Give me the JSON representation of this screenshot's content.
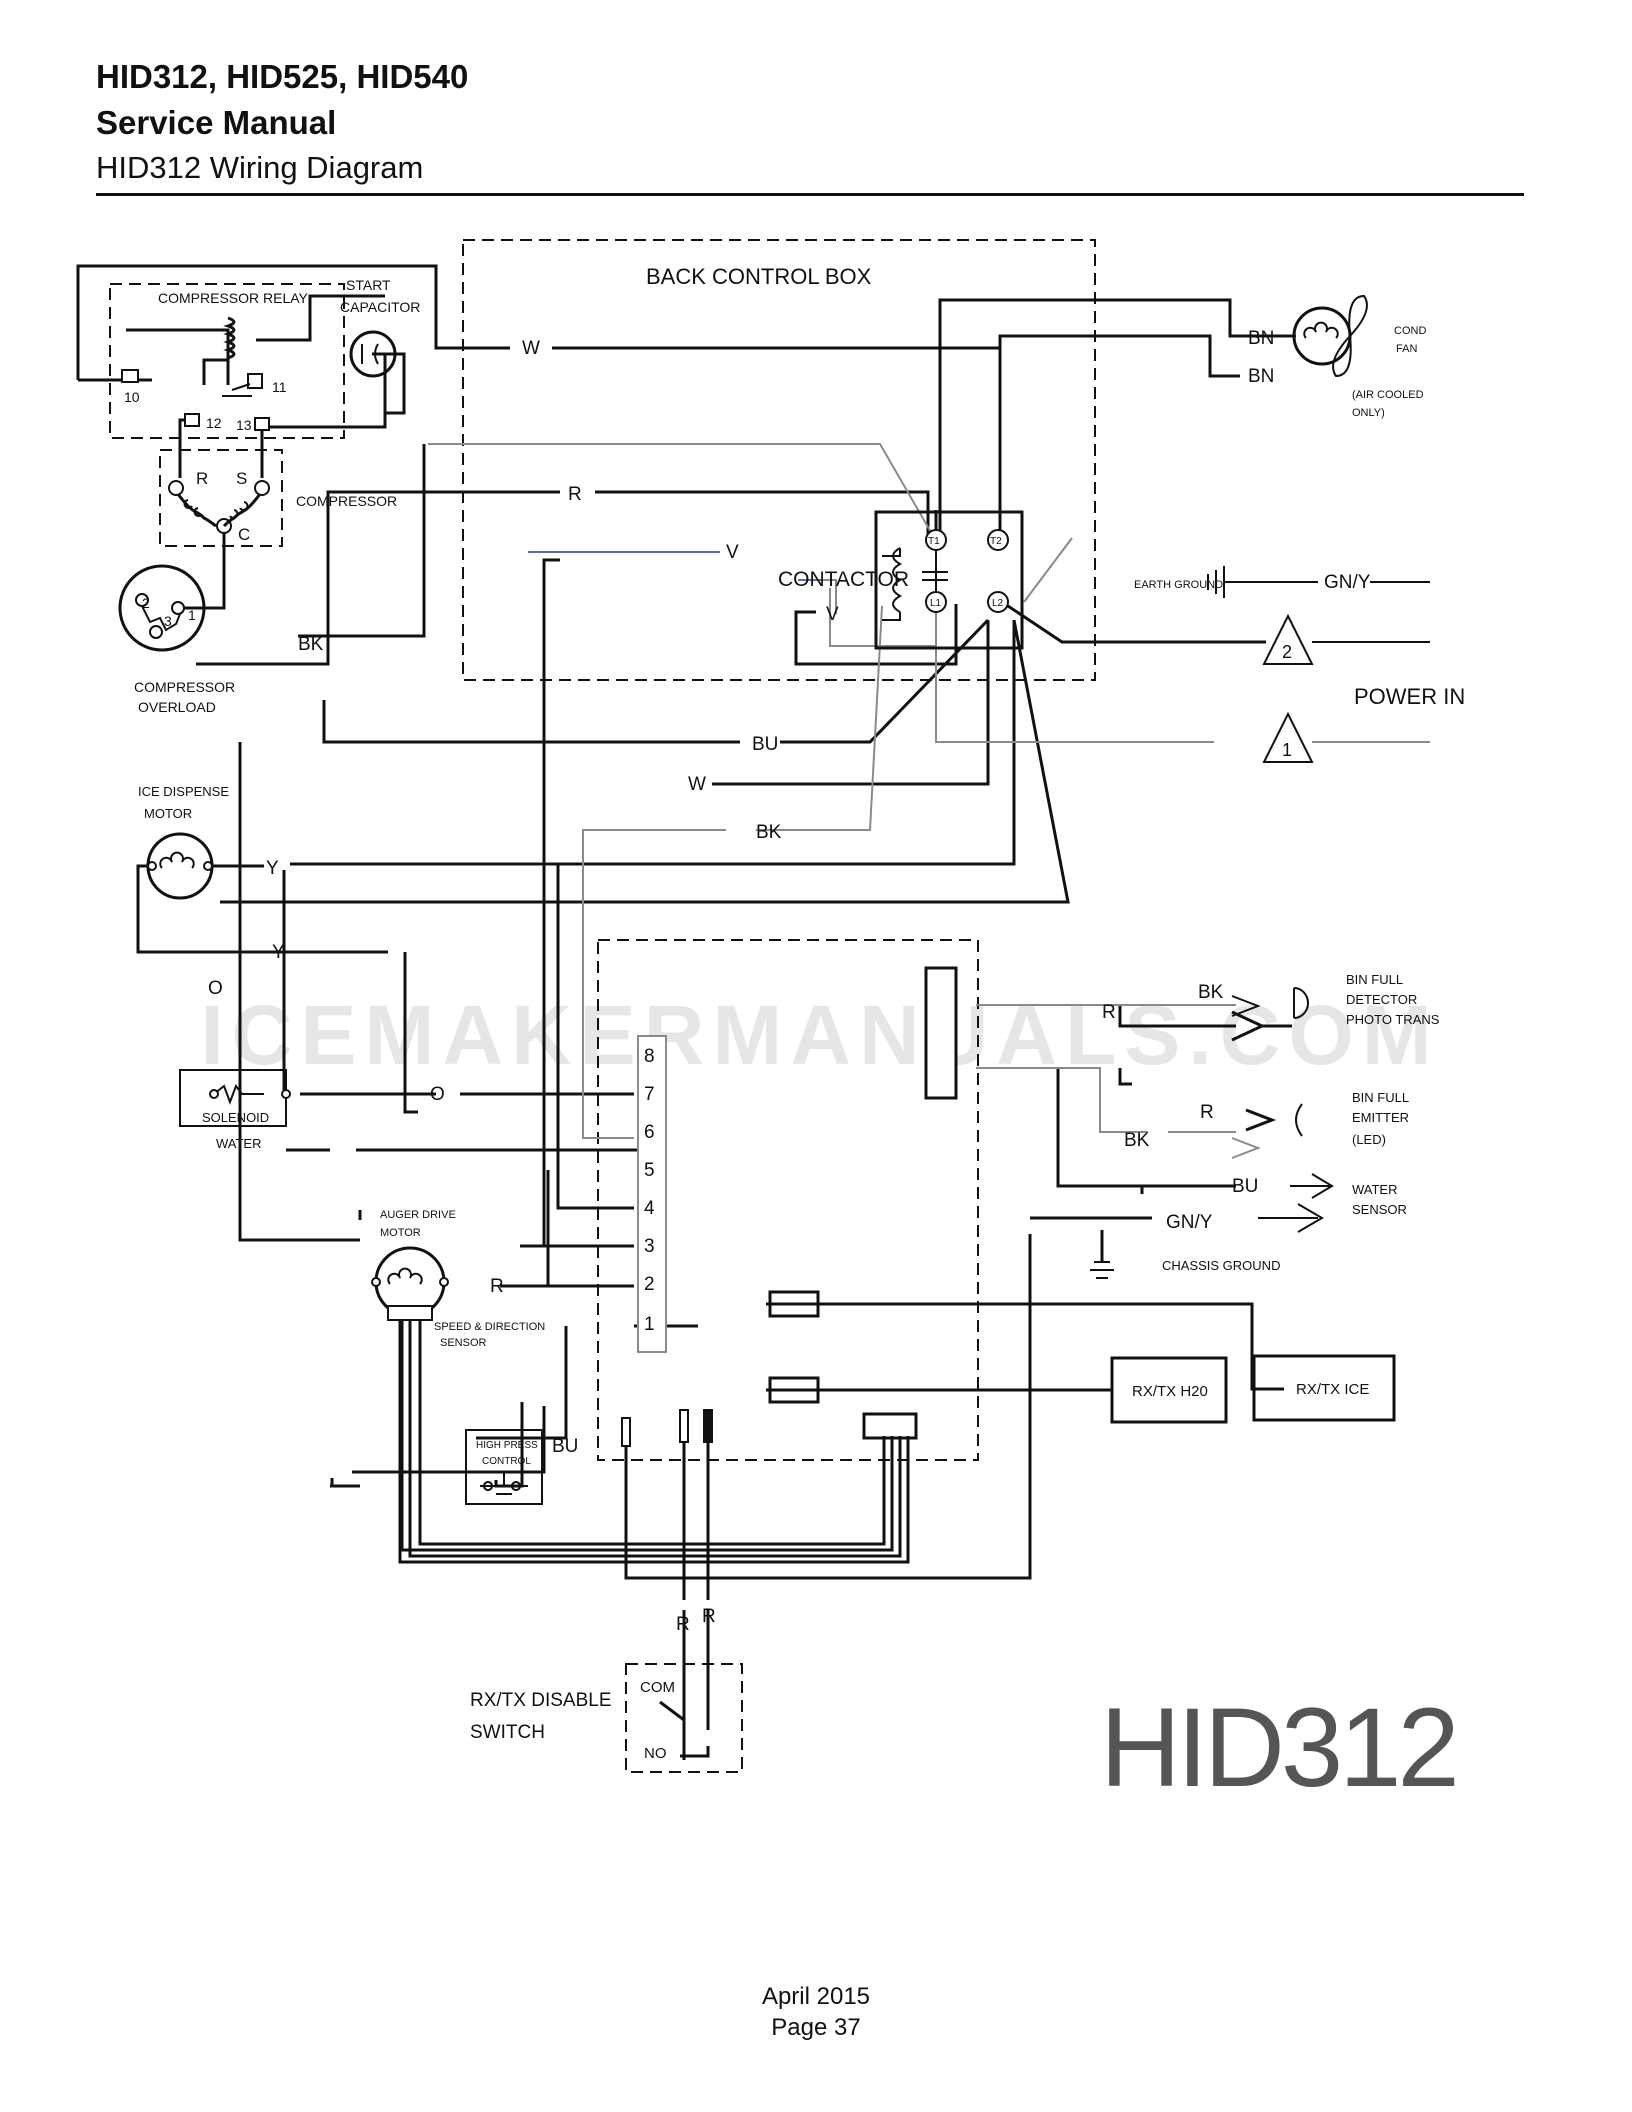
{
  "header": {
    "models": "HID312, HID525, HID540",
    "manual": "Service Manual",
    "subtitle": "HID312 Wiring Diagram"
  },
  "footer": {
    "date": "April 2015",
    "page": "Page 37"
  },
  "watermark": "ICEMAKERMANUALS.COM",
  "model_mark": "HID312",
  "colors": {
    "ink": "#111111",
    "gray_wire": "#8a8a8a",
    "violet_wire": "#5a6fa8",
    "watermark": "#e6e6e6",
    "model_mark": "#555555"
  },
  "components": {
    "back_control_box": "BACK CONTROL BOX",
    "compressor_relay": "COMPRESSOR RELAY",
    "start_capacitor": [
      "START",
      "CAPACITOR"
    ],
    "compressor": "COMPRESSOR",
    "compressor_overload": [
      "COMPRESSOR",
      "OVERLOAD"
    ],
    "contactor": "CONTACTOR",
    "cond_fan": [
      "COND",
      "FAN"
    ],
    "air_cooled": [
      "(AIR COOLED",
      "ONLY)"
    ],
    "earth_ground": "EARTH GROUND",
    "power_in": "POWER IN",
    "ice_dispense_motor": [
      "ICE DISPENSE",
      "MOTOR"
    ],
    "solenoid": "SOLENOID",
    "water": "WATER",
    "auger_drive_motor": [
      "AUGER DRIVE",
      "MOTOR"
    ],
    "speed_sensor": [
      "SPEED & DIRECTION",
      "SENSOR"
    ],
    "high_press_control": [
      "HIGH PRESS",
      "CONTROL"
    ],
    "bin_full_detector": [
      "BIN FULL",
      "DETECTOR",
      "PHOTO TRANS"
    ],
    "bin_full_emitter": [
      "BIN FULL",
      "EMITTER",
      "(LED)"
    ],
    "water_sensor": [
      "WATER",
      "SENSOR"
    ],
    "chassis_ground": "CHASSIS GROUND",
    "rxtx_h2o": "RX/TX H20",
    "rxtx_ice": "RX/TX ICE",
    "rxtx_disable_switch": [
      "RX/TX DISABLE",
      "SWITCH"
    ],
    "com": "COM",
    "no": "NO"
  },
  "terminals": {
    "relay": [
      "10",
      "11",
      "12",
      "13"
    ],
    "compressor": [
      "R",
      "S",
      "C"
    ],
    "overload": [
      "1",
      "2",
      "3"
    ],
    "contactor": [
      "T1",
      "T2",
      "L1",
      "L2"
    ],
    "power": [
      "2",
      "1"
    ],
    "board_pins": [
      "8",
      "7",
      "6",
      "5",
      "4",
      "3",
      "2",
      "1"
    ]
  },
  "wire_labels": {
    "w_top": "W",
    "r_top": "R",
    "v_top": "V",
    "v_contactor": "V",
    "bk_overload": "BK",
    "bn1": "BN",
    "bn2": "BN",
    "gn_y_earth": "GN/Y",
    "bu_mid": "BU",
    "w_mid": "W",
    "bk_mid": "BK",
    "y1": "Y",
    "y2": "Y",
    "o1": "O",
    "o2": "O",
    "r_auger": "R",
    "bu_hpc": "BU",
    "bk_det": "BK",
    "r_det": "R",
    "r_emit": "R",
    "bk_emit": "BK",
    "bu_water": "BU",
    "gn_y_chassis": "GN/Y",
    "r_sw1": "R",
    "r_sw2": "R"
  }
}
